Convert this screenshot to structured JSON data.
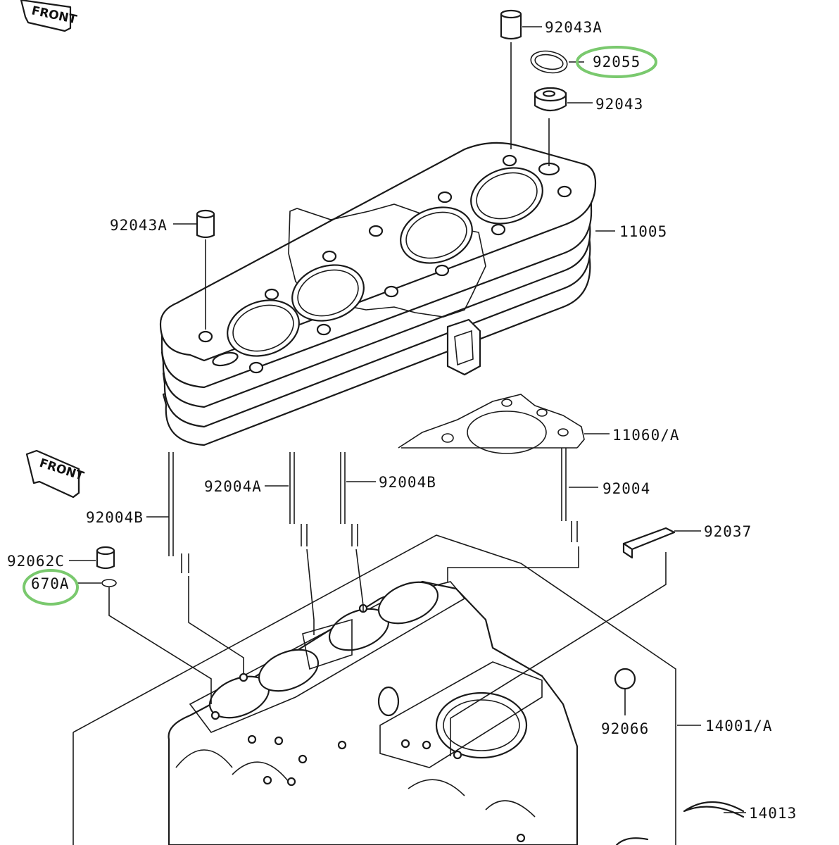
{
  "front_badge": "FRONT",
  "highlight_color": "#7ac96e",
  "callouts": [
    {
      "part": "92043A",
      "highlighted": false
    },
    {
      "part": "92055",
      "highlighted": true
    },
    {
      "part": "92043",
      "highlighted": false
    },
    {
      "part": "92043A",
      "highlighted": false
    },
    {
      "part": "11005",
      "highlighted": false
    },
    {
      "part": "11060/A",
      "highlighted": false
    },
    {
      "part": "92004A",
      "highlighted": false
    },
    {
      "part": "92004B",
      "highlighted": false
    },
    {
      "part": "92004",
      "highlighted": false
    },
    {
      "part": "92004B",
      "highlighted": false
    },
    {
      "part": "92037",
      "highlighted": false
    },
    {
      "part": "92062C",
      "highlighted": false
    },
    {
      "part": "670A",
      "highlighted": true
    },
    {
      "part": "92066",
      "highlighted": false
    },
    {
      "part": "14001/A",
      "highlighted": false
    },
    {
      "part": "14013",
      "highlighted": false
    }
  ]
}
